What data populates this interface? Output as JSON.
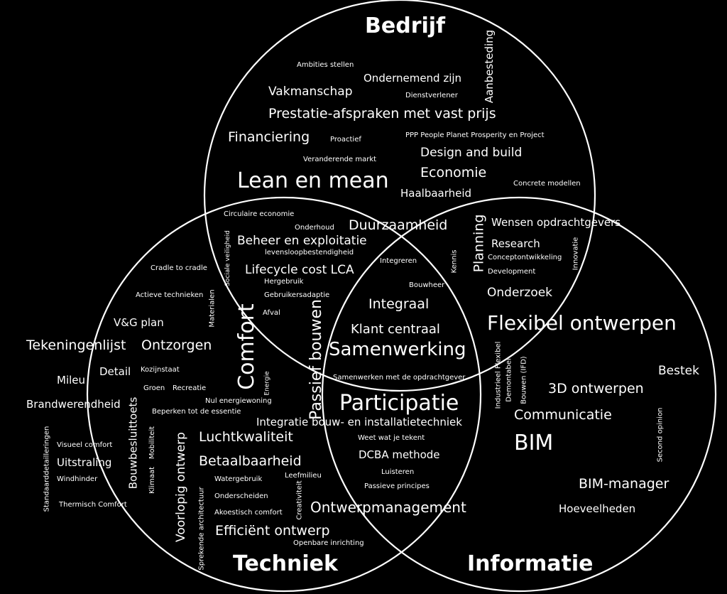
{
  "colors": {
    "background": "#000000",
    "foreground": "#ffffff"
  },
  "sets": {
    "bedrijf": "Bedrijf",
    "techniek": "Techniek",
    "informatie": "Informatie"
  },
  "terms": {
    "ambities_stellen": "Ambities stellen",
    "ondernemend_zijn": "Ondernemend zijn",
    "aanbesteding": "Aanbesteding",
    "vakmanschap": "Vakmanschap",
    "dienstverlener": "Dienstverlener",
    "prestatie_afspraken": "Prestatie-afspraken met vast prijs",
    "financiering": "Financiering",
    "proactief": "Proactief",
    "ppp": "PPP People Planet Prosperity en Project",
    "veranderende_markt": "Veranderende markt",
    "design_and_build": "Design and build",
    "economie": "Economie",
    "lean_en_mean": "Lean en mean",
    "concrete_modellen": "Concrete modellen",
    "haalbaarheid": "Haalbaarheid",
    "circulaire_economie": "Circulaire economie",
    "onderhoud": "Onderhoud",
    "duurzaamheid": "Duurzaamheid",
    "beheer_en_exploitatie": "Beheer en exploitatie",
    "levensloopbestendigheid": "levensloopbestendigheid",
    "sociale_veiligheid": "Sociale veiligheid",
    "lifecycle_cost": "Lifecycle cost LCA",
    "hergebruik": "Hergebruik",
    "gebruikersadaptie": "Gebruikersadaptie",
    "afval": "Afval",
    "integreren": "Integreren",
    "bouwheer": "Bouwheer",
    "kennis": "Kennis",
    "planning": "Planning",
    "wensen_opdrachtgevers": "Wensen opdrachtgevers",
    "research": "Research",
    "conceptontwikkeling": "Conceptontwikkeling",
    "development": "Development",
    "innovatie": "Innovatie",
    "onderzoek": "Onderzoek",
    "flexibel_ontwerpen": "Flexibel ontwerpen",
    "cradle_to_cradle": "Cradle to cradle",
    "actieve_technieken": "Actieve technieken",
    "materialen": "Materialen",
    "vg_plan": "V&G plan",
    "comfort": "Comfort",
    "passief_bouwen": "Passief bouwen",
    "tekeningenlijst": "Tekeningenlijst",
    "ontzorgen": "Ontzorgen",
    "mileu": "Mileu",
    "detail": "Detail",
    "kozijnstaat": "Kozijnstaat",
    "groen": "Groen",
    "recreatie": "Recreatie",
    "energie": "Energie",
    "integraal": "Integraal",
    "klant_centraal": "Klant centraal",
    "samenwerking": "Samenwerking",
    "samenwerken_met_opdrachtgever": "Samenwerken met de opdrachtgever",
    "bestek": "Bestek",
    "industrieel_flexibel": "Industrieel Flexibel",
    "demontabel": "Demontabel",
    "bouwen_ifd": "Bouwen (IFD)",
    "brandwerendheid": "Brandwerendheid",
    "nul_energiewoning": "Nul energiewoning",
    "beperken_tot_essentie": "Beperken tot de essentie",
    "bouwbesluittoets": "Bouwbesluittoets",
    "participatie": "Participatie",
    "3d_ontwerpen": "3D ontwerpen",
    "communicatie": "Communicatie",
    "integratie_bouw": "Integratie bouw- en installatietechniek",
    "standaarddetailleringen": "Standaarddetailleringen",
    "mobiliteit": "Mobiliteit",
    "voorlopig_ontwerp": "Voorlopig ontwerp",
    "luchtkwaliteit": "Luchtkwaliteit",
    "weet_wat_je_tekent": "Weet wat je tekent",
    "second_opinion": "Second opinion",
    "bim": "BIM",
    "visueel_comfort": "Visueel comfort",
    "uitstraling": "Uitstraling",
    "betaalbaarheid": "Betaalbaarheid",
    "dcba_methode": "DCBA methode",
    "klimaat": "Klimaat",
    "luisteren": "Luisteren",
    "windhinder": "Windhinder",
    "watergebruik": "Watergebruik",
    "leefmilieu": "Leefmilieu",
    "passieve_principes": "Passieve principes",
    "bim_manager": "BIM-manager",
    "onderscheiden": "Onderscheiden",
    "thermisch_comfort": "Thermisch Comfort",
    "ontwerpmanagement": "Ontwerpmanagement",
    "creativiteit": "Creativiteit",
    "hoeveelheden": "Hoeveelheden",
    "akoestisch_comfort": "Akoestisch comfort",
    "sprekende_architectuur": "Sprekende architectuur",
    "efficient_ontwerp": "Efficiënt ontwerp",
    "openbare_inrichting": "Openbare inrichting"
  }
}
